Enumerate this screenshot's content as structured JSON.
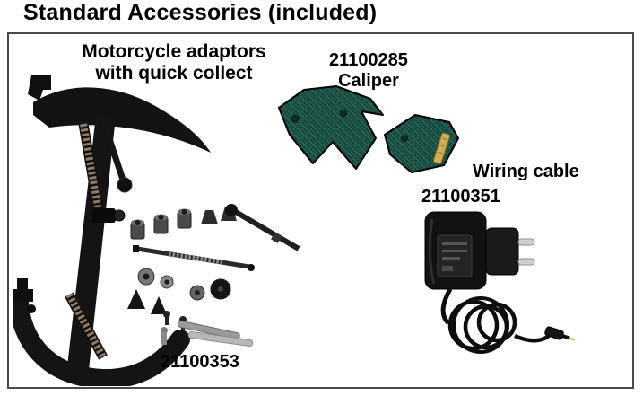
{
  "title": "Standard Accessories (included)",
  "items": {
    "adaptor": {
      "label_line1": "Motorcycle adaptors",
      "label_line2": "with quick collect",
      "part_number": "21100353"
    },
    "caliper": {
      "part_number": "21100285",
      "label": "Caliper"
    },
    "wiring": {
      "label": "Wiring cable",
      "part_number": "21100351"
    }
  },
  "colors": {
    "caliper_fill": "#16453b",
    "caliper_hatch": "#2f7a68",
    "gold_strip": "#d4ae52",
    "illustration_black": "#141414"
  }
}
